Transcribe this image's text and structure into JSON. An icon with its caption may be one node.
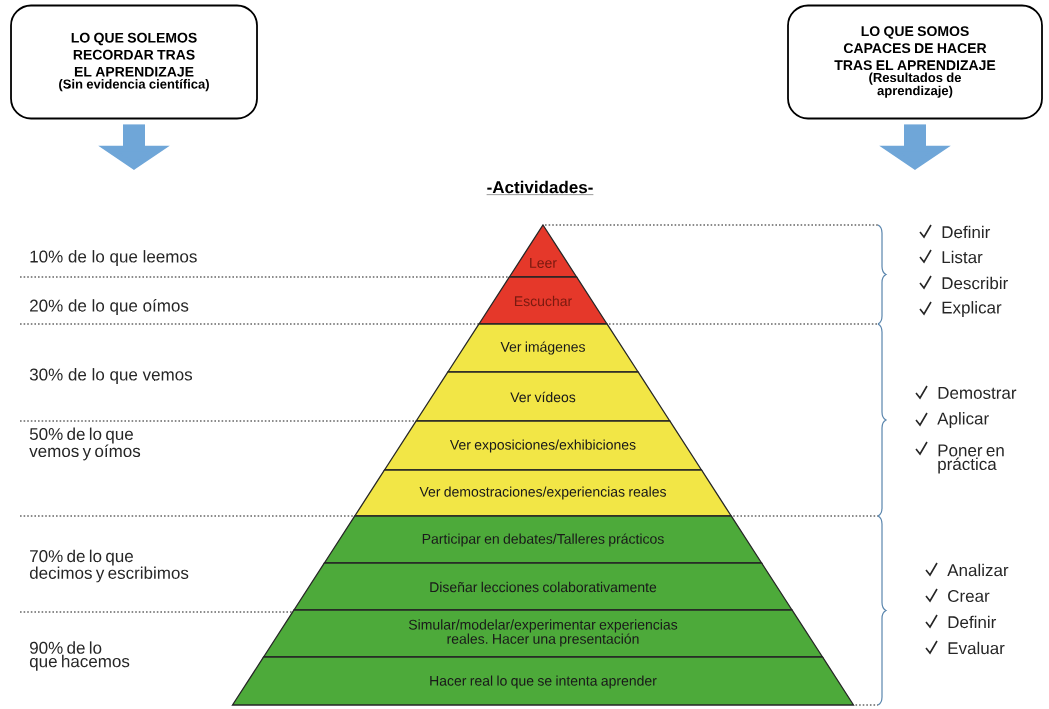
{
  "diagram": {
    "title": "-Actividades-",
    "nodes": [
      {
        "text": [
          "LO QUE SOLEMOS RECORDAR TRAS EL APRENDIZAJE",
          "(Sin evidencia científica)"
        ]
      },
      {
        "text": [
          "LO QUE SOMOS CAPACES DE HACER TRAS EL APRENDIZAJE",
          "(Resultados de aprendizaje)"
        ]
      },
      {
        "text": [
          "Leer"
        ]
      },
      {
        "text": [
          "Escuchar"
        ]
      },
      {
        "text": [
          "Ver imágenes"
        ]
      },
      {
        "text": [
          "Ver vídeos"
        ]
      },
      {
        "text": [
          "Ver exposiciones/exhibiciones"
        ]
      },
      {
        "text": [
          "Ver demostraciones/experiencias reales"
        ]
      },
      {
        "text": [
          "Participar en debates/Talleres prácticos"
        ]
      },
      {
        "text": [
          "Diseñar lecciones colaborativamente"
        ]
      },
      {
        "text": [
          "Simular/modelar/experimentar experiencias reales. Hacer una presentación"
        ]
      },
      {
        "text": [
          "Hacer real lo que se intenta aprender"
        ]
      }
    ],
    "edges": [
      {
        "from": 0,
        "to": null,
        "arrow": "to"
      },
      {
        "from": 1,
        "to": null,
        "arrow": "to"
      }
    ],
    "labels": [
      "10% de lo que leemos",
      "20% de lo que oímos",
      "30% de lo que vemos",
      "50% de lo que vemos y oímos",
      "70% de lo que decimos y escribimos",
      "90% de lo que hacemos",
      "Definir",
      "Listar",
      "Describir",
      "Explicar",
      "Demostrar",
      "Aplicar",
      "Poner en práctica",
      "Analizar",
      "Crear",
      "Definir",
      "Evaluar"
    ]
  }
}
